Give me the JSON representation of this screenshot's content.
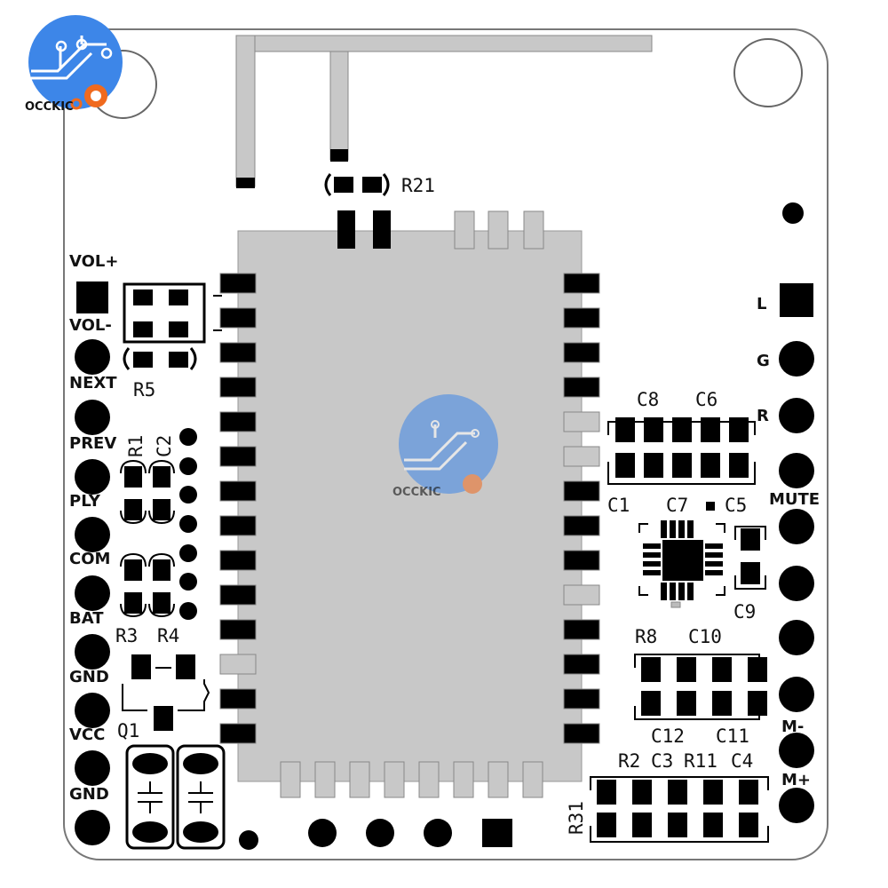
{
  "logo": {
    "text": "OCCKIC",
    "color": "#3d86e8"
  },
  "colors": {
    "module": "#c8c8c8",
    "pad": "#000000",
    "outline": "#777777"
  },
  "left_pins": [
    "VOL+",
    "VOL-",
    "NEXT",
    "PREV",
    "PLY",
    "COM",
    "BAT",
    "GND",
    "VCC",
    "GND"
  ],
  "right_pins": [
    "L",
    "G",
    "R",
    "MUTE",
    "M-",
    "M+"
  ],
  "components": {
    "r21": "R21",
    "r5": "R5",
    "r1": "R1",
    "c2": "C2",
    "r3": "R3",
    "r4": "R4",
    "q1": "Q1",
    "c8": "C8",
    "c6": "C6",
    "c1": "C1",
    "c7": "C7",
    "c5": "C5",
    "c9": "C9",
    "r8": "R8",
    "c10": "C10",
    "c12": "C12",
    "c11": "C11",
    "r2": "R2",
    "c3": "C3",
    "r11": "R11",
    "c4": "C4",
    "r31": "R31"
  }
}
